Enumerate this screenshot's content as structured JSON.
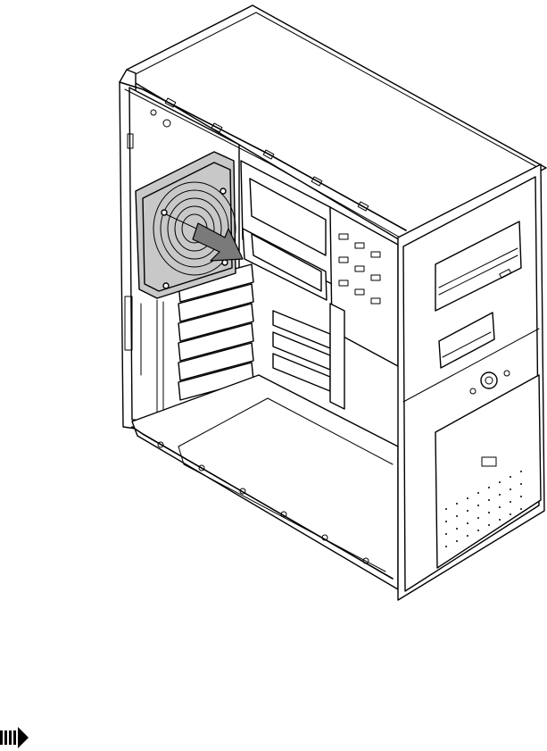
{
  "figure": {
    "subject": "computer-tower-chassis",
    "highlighted_part": "system-fan",
    "action": "remove-fan-outward",
    "highlight_color": "#9b9b9b",
    "line_color": "#000000",
    "background": "#ffffff"
  },
  "navigation": {
    "continue_icon": "continue-arrow-icon"
  }
}
